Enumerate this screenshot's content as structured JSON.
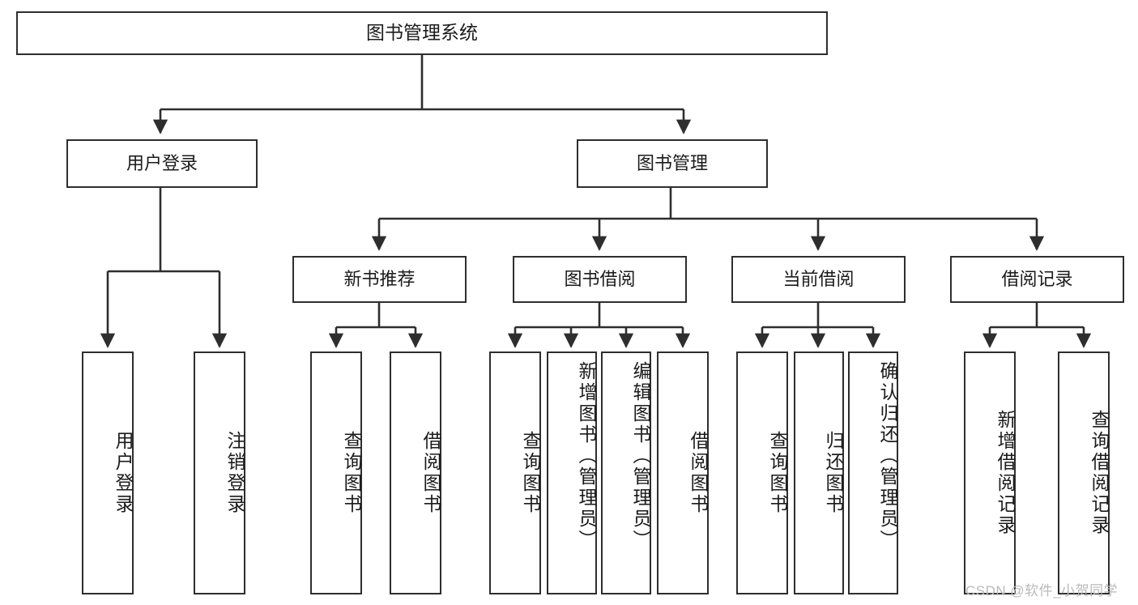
{
  "diagram": {
    "title": "图书管理系统",
    "watermark": "CSDN @软件_小贺同学",
    "line_color": "#2e2e2e",
    "box_border_color": "#2e2e2e",
    "box_fill_color": "#ffffff",
    "text_color": "#1b1b1b",
    "watermark_color": "#b9b9b9"
  },
  "nodes": {
    "root": {
      "label": "图书管理系统"
    },
    "level1": [
      {
        "label": "用户登录"
      },
      {
        "label": "图书管理"
      }
    ],
    "level2": [
      {
        "label": "新书推荐"
      },
      {
        "label": "图书借阅"
      },
      {
        "label": "当前借阅"
      },
      {
        "label": "借阅记录"
      }
    ],
    "leaves": {
      "user_login": [
        {
          "label": "用户登录"
        },
        {
          "label": "注销登录"
        }
      ],
      "new_book_recommend": [
        {
          "label": "查询图书"
        },
        {
          "label": "借阅图书"
        }
      ],
      "book_borrow": [
        {
          "label": "查询图书"
        },
        {
          "label": "新增图书（管理员）"
        },
        {
          "label": "编辑图书（管理员）"
        },
        {
          "label": "借阅图书"
        }
      ],
      "current_borrow": [
        {
          "label": "查询图书"
        },
        {
          "label": "归还图书"
        },
        {
          "label": "确认归还（管理员）"
        }
      ],
      "borrow_record": [
        {
          "label": "新增借阅记录"
        },
        {
          "label": "查询借阅记录"
        }
      ]
    }
  }
}
